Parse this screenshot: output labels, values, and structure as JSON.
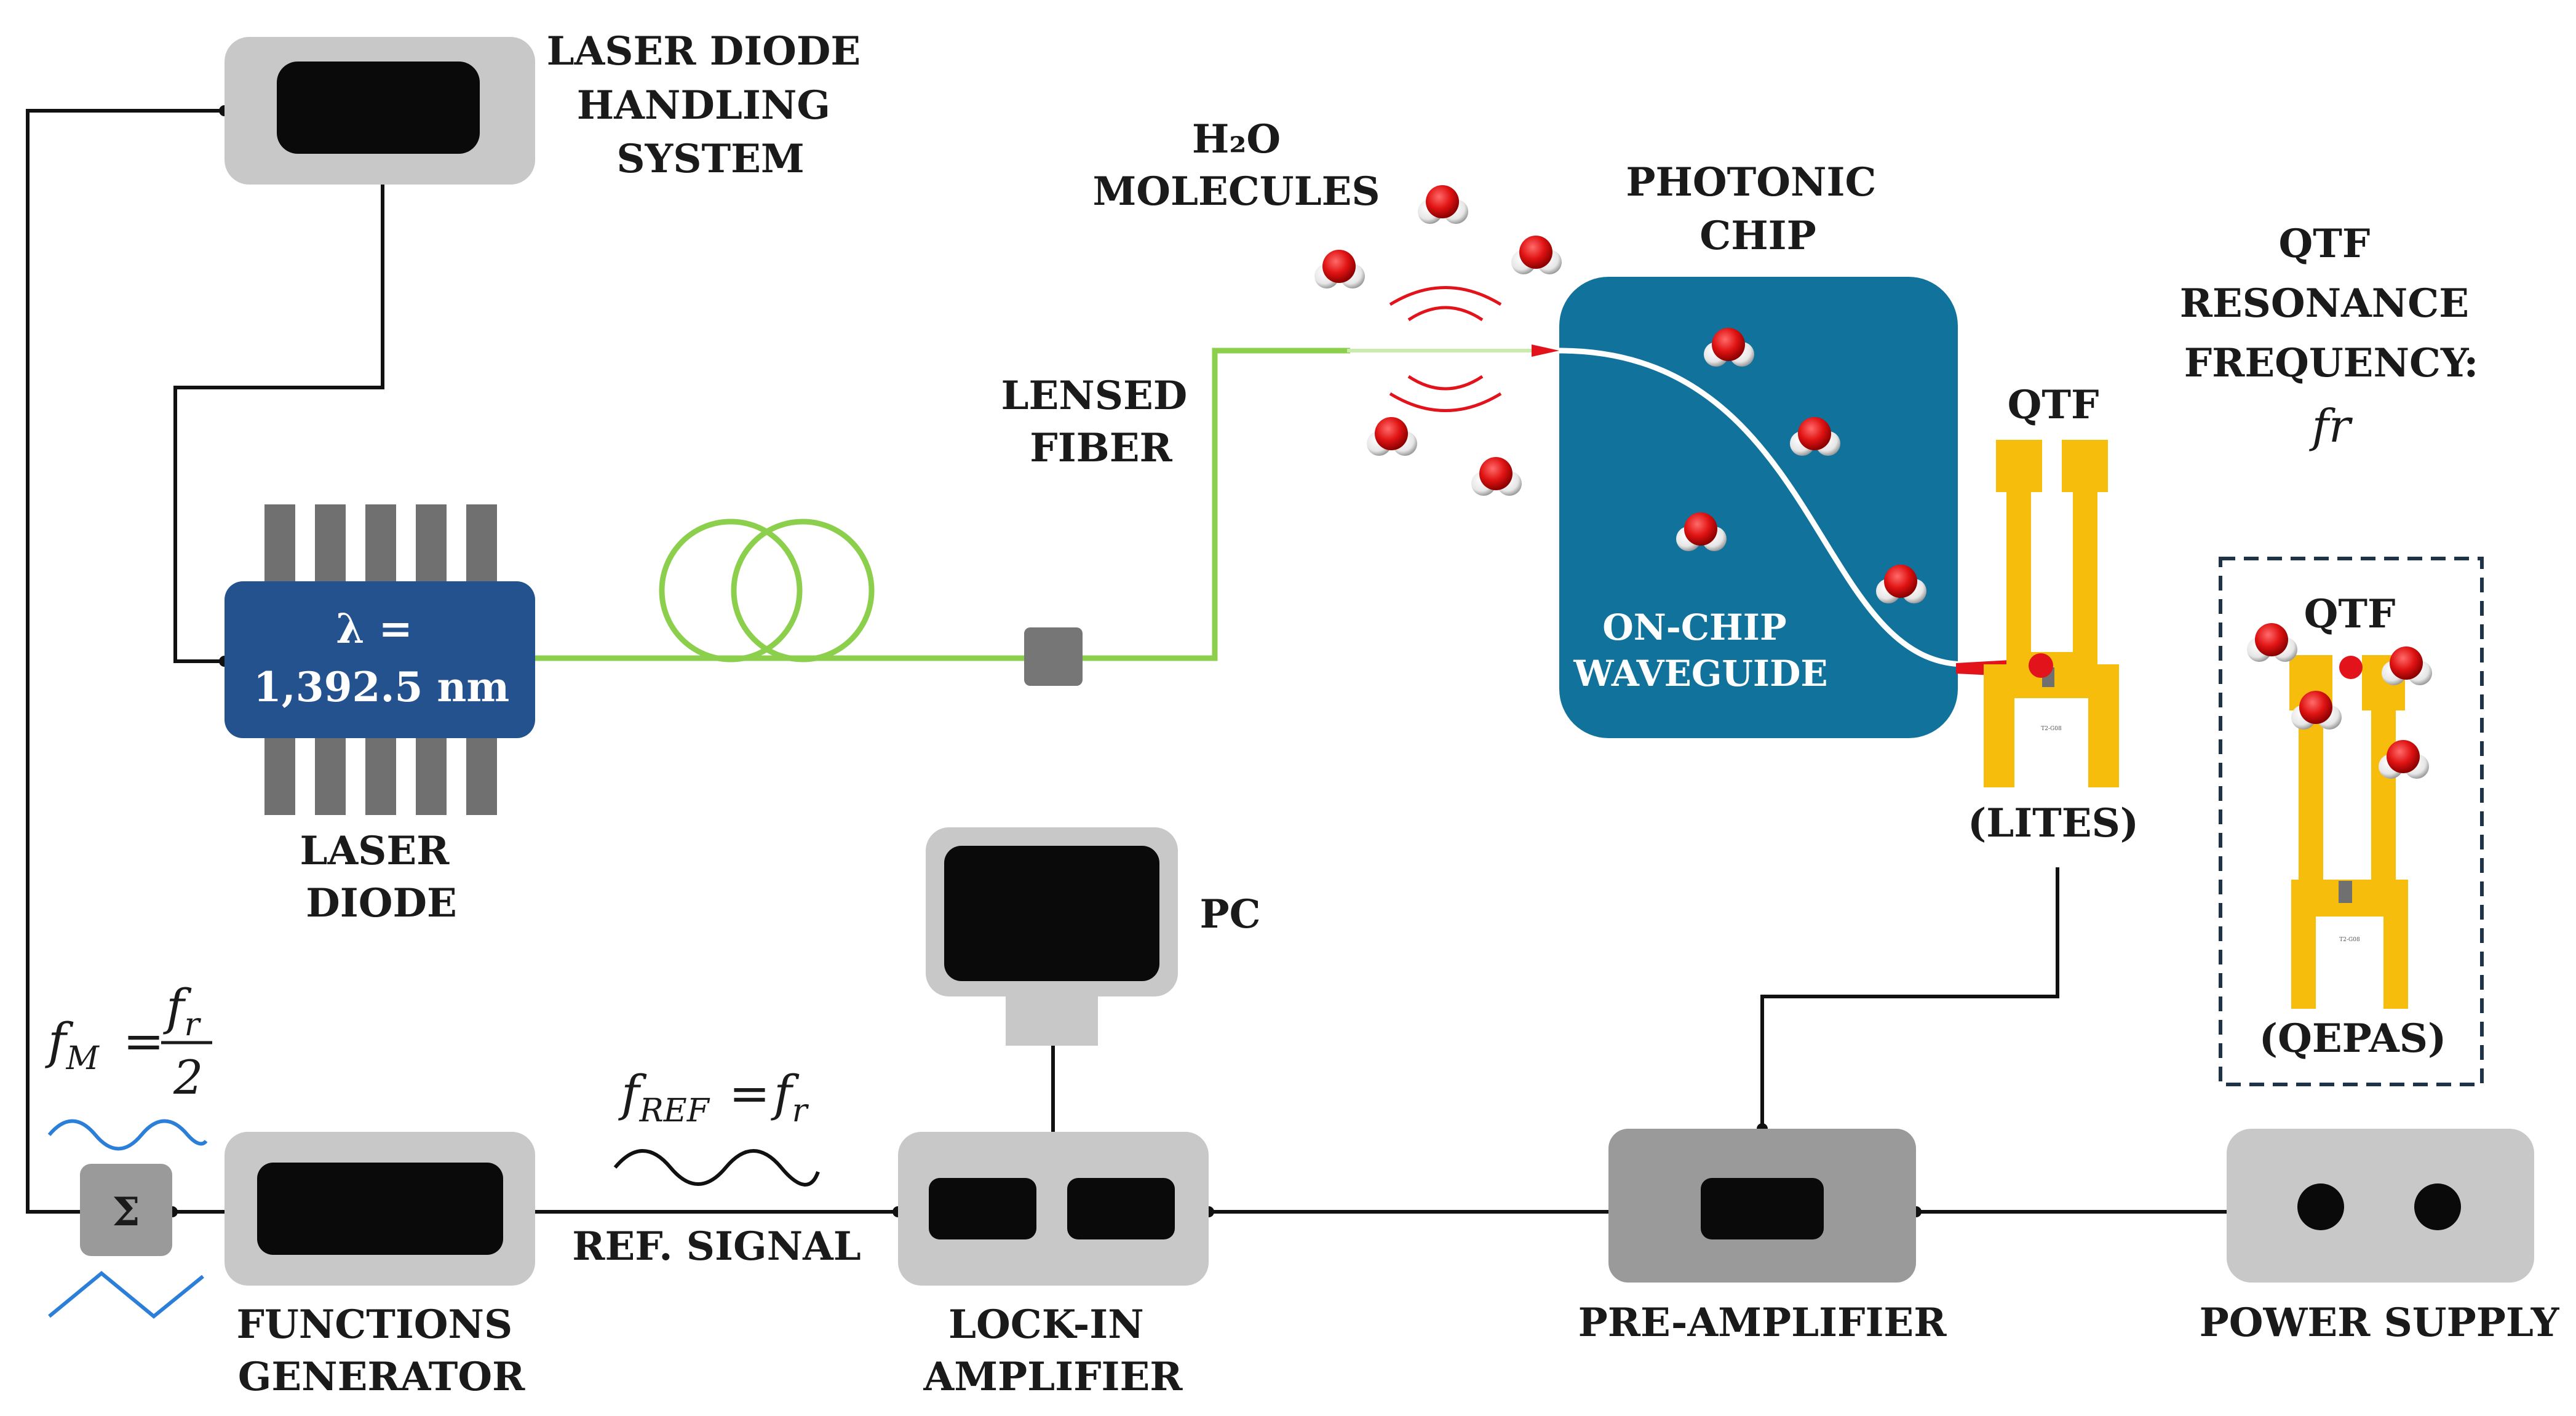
{
  "labels": {
    "laser_handling": [
      "LASER DIODE",
      "HANDLING",
      "SYSTEM"
    ],
    "laser_diode": [
      "LASER",
      "DIODE"
    ],
    "wavelength_line1": "λ =",
    "wavelength_line2": "1,392.5 nm",
    "lensed_fiber": [
      "LENSED",
      "FIBER"
    ],
    "h2o_formula": "H₂O",
    "molecules": "MOLECULES",
    "photonic_chip": [
      "PHOTONIC",
      "CHIP"
    ],
    "waveguide": [
      "ON-CHIP",
      "WAVEGUIDE"
    ],
    "qtf_top": "QTF",
    "lites": "(LITES)",
    "qtf_resonance": [
      "QTF",
      "RESONANCE",
      "FREQUENCY:"
    ],
    "fr_symbol": "fr",
    "qtf_inset": "QTF",
    "qepas": "(QEPAS)",
    "pc": "PC",
    "fm_eq_left": "fM =",
    "fm_num": "fr",
    "fm_den": "2",
    "fref_eq": "fREF = fr",
    "ref_signal": "REF. SIGNAL",
    "sum_symbol": "Σ",
    "functions_generator": [
      "FUNCTIONS",
      "GENERATOR"
    ],
    "lockin": [
      "LOCK-IN",
      "AMPLIFIER"
    ],
    "preamp": "PRE-AMPLIFIER",
    "power_supply": "POWER SUPPLY",
    "chip_code": "T2-G08"
  },
  "colors": {
    "device_gray": "#c8c8c8",
    "device_dark_gray": "#9a9a9a",
    "screen_black": "#0a0a0a",
    "laser_blue": "#24528f",
    "chip_blue": "#11739c",
    "fiber_green": "#8ccf4d",
    "qtf_yellow": "#f6bd0c",
    "laser_red": "#e3131b",
    "wave_blue": "#2c7fd8"
  }
}
